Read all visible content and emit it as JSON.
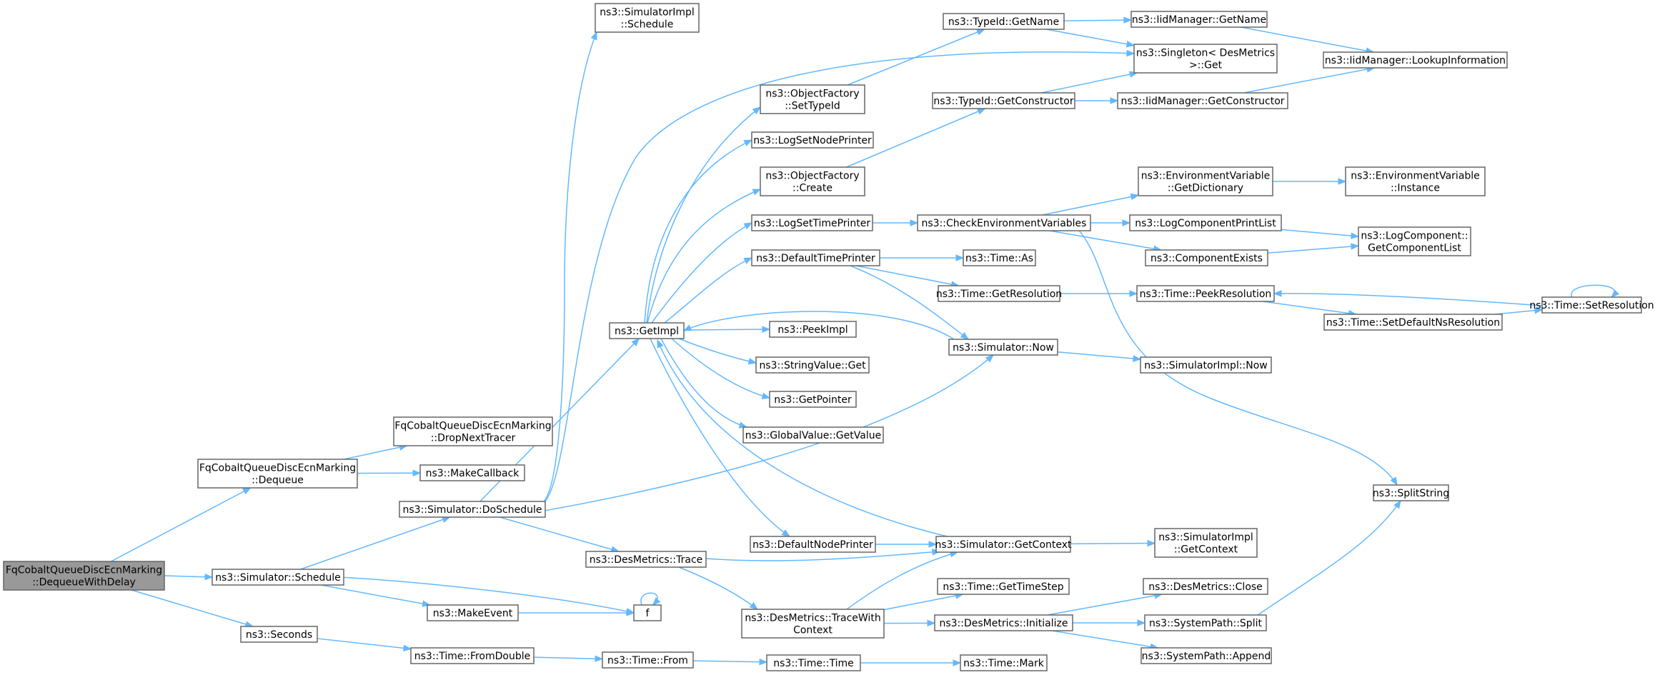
{
  "nodes": [
    {
      "id": "n0",
      "lines": [
        "FqCobaltQueueDiscEcnMarking",
        "::DequeueWithDelay"
      ],
      "root": true
    },
    {
      "id": "n1",
      "lines": [
        "FqCobaltQueueDiscEcnMarking",
        "::Dequeue"
      ]
    },
    {
      "id": "n2",
      "lines": [
        "FqCobaltQueueDiscEcnMarking",
        "::DropNextTracer"
      ]
    },
    {
      "id": "n3",
      "lines": [
        "ns3::MakeCallback"
      ]
    },
    {
      "id": "n4",
      "lines": [
        "ns3::Simulator::Schedule"
      ]
    },
    {
      "id": "n5",
      "lines": [
        "ns3::Simulator::DoSchedule"
      ]
    },
    {
      "id": "n6",
      "lines": [
        "ns3::Seconds"
      ]
    },
    {
      "id": "n7",
      "lines": [
        "ns3::SimulatorImpl",
        "::Schedule"
      ]
    },
    {
      "id": "n8",
      "lines": [
        "ns3::GetImpl"
      ]
    },
    {
      "id": "n9",
      "lines": [
        "ns3::DesMetrics::Trace"
      ]
    },
    {
      "id": "n10",
      "lines": [
        "ns3::MakeEvent"
      ]
    },
    {
      "id": "n11",
      "lines": [
        "f"
      ]
    },
    {
      "id": "n12",
      "lines": [
        "ns3::Time::FromDouble"
      ]
    },
    {
      "id": "n13",
      "lines": [
        "ns3::Time::From"
      ]
    },
    {
      "id": "n14",
      "lines": [
        "ns3::ObjectFactory",
        "::SetTypeId"
      ]
    },
    {
      "id": "n15",
      "lines": [
        "ns3::LogSetNodePrinter"
      ]
    },
    {
      "id": "n16",
      "lines": [
        "ns3::ObjectFactory",
        "::Create"
      ]
    },
    {
      "id": "n17",
      "lines": [
        "ns3::LogSetTimePrinter"
      ]
    },
    {
      "id": "n18",
      "lines": [
        "ns3::DefaultTimePrinter"
      ]
    },
    {
      "id": "n19",
      "lines": [
        "ns3::PeekImpl"
      ]
    },
    {
      "id": "n20",
      "lines": [
        "ns3::StringValue::Get"
      ]
    },
    {
      "id": "n21",
      "lines": [
        "ns3::GetPointer"
      ]
    },
    {
      "id": "n22",
      "lines": [
        "ns3::GlobalValue::GetValue"
      ]
    },
    {
      "id": "n23",
      "lines": [
        "ns3::DefaultNodePrinter"
      ]
    },
    {
      "id": "n24",
      "lines": [
        "ns3::DesMetrics::TraceWith",
        "Context"
      ]
    },
    {
      "id": "n25",
      "lines": [
        "ns3::Time::Time"
      ]
    },
    {
      "id": "n26",
      "lines": [
        "ns3::TypeId::GetName"
      ]
    },
    {
      "id": "n27",
      "lines": [
        "ns3::TypeId::GetConstructor"
      ]
    },
    {
      "id": "n28",
      "lines": [
        "ns3::CheckEnvironmentVariables"
      ]
    },
    {
      "id": "n29",
      "lines": [
        "ns3::Time::As"
      ]
    },
    {
      "id": "n30",
      "lines": [
        "ns3::Time::GetResolution"
      ]
    },
    {
      "id": "n31",
      "lines": [
        "ns3::Simulator::Now"
      ]
    },
    {
      "id": "n32",
      "lines": [
        "ns3::Simulator::GetContext"
      ]
    },
    {
      "id": "n33",
      "lines": [
        "ns3::Time::GetTimeStep"
      ]
    },
    {
      "id": "n34",
      "lines": [
        "ns3::DesMetrics::Initialize"
      ]
    },
    {
      "id": "n35",
      "lines": [
        "ns3::Time::Mark"
      ]
    },
    {
      "id": "n36",
      "lines": [
        "ns3::IidManager::GetName"
      ]
    },
    {
      "id": "n37",
      "lines": [
        "ns3::Singleton< DesMetrics",
        ">::Get"
      ]
    },
    {
      "id": "n38",
      "lines": [
        "ns3::IidManager::GetConstructor"
      ]
    },
    {
      "id": "n39",
      "lines": [
        "ns3::EnvironmentVariable",
        "::GetDictionary"
      ]
    },
    {
      "id": "n40",
      "lines": [
        "ns3::LogComponentPrintList"
      ]
    },
    {
      "id": "n41",
      "lines": [
        "ns3::ComponentExists"
      ]
    },
    {
      "id": "n42",
      "lines": [
        "ns3::Time::PeekResolution"
      ]
    },
    {
      "id": "n43",
      "lines": [
        "ns3::SimulatorImpl::Now"
      ]
    },
    {
      "id": "n44",
      "lines": [
        "ns3::SimulatorImpl",
        "::GetContext"
      ]
    },
    {
      "id": "n45",
      "lines": [
        "ns3::DesMetrics::Close"
      ]
    },
    {
      "id": "n46",
      "lines": [
        "ns3::SystemPath::Split"
      ]
    },
    {
      "id": "n47",
      "lines": [
        "ns3::SystemPath::Append"
      ]
    },
    {
      "id": "n48",
      "lines": [
        "ns3::IidManager::LookupInformation"
      ]
    },
    {
      "id": "n49",
      "lines": [
        "ns3::EnvironmentVariable",
        "::Instance"
      ]
    },
    {
      "id": "n50",
      "lines": [
        "ns3::LogComponent::",
        "GetComponentList"
      ]
    },
    {
      "id": "n51",
      "lines": [
        "ns3::Time::SetDefaultNsResolution"
      ]
    },
    {
      "id": "n52",
      "lines": [
        "ns3::Time::SetResolution"
      ]
    },
    {
      "id": "n53",
      "lines": [
        "ns3::SplitString"
      ]
    }
  ],
  "edges": [
    [
      "n0",
      "n1"
    ],
    [
      "n0",
      "n4"
    ],
    [
      "n0",
      "n6"
    ],
    [
      "n1",
      "n2"
    ],
    [
      "n1",
      "n3"
    ],
    [
      "n4",
      "n5"
    ],
    [
      "n4",
      "n10"
    ],
    [
      "n4",
      "n11"
    ],
    [
      "n5",
      "n7"
    ],
    [
      "n5",
      "n8"
    ],
    [
      "n5",
      "n9"
    ],
    [
      "n5",
      "n31"
    ],
    [
      "n5",
      "n37"
    ],
    [
      "n6",
      "n12"
    ],
    [
      "n12",
      "n13"
    ],
    [
      "n13",
      "n25"
    ],
    [
      "n25",
      "n35"
    ],
    [
      "n10",
      "n11"
    ],
    [
      "n11",
      "n11"
    ],
    [
      "n8",
      "n14"
    ],
    [
      "n8",
      "n15"
    ],
    [
      "n8",
      "n16"
    ],
    [
      "n8",
      "n17"
    ],
    [
      "n8",
      "n18"
    ],
    [
      "n8",
      "n19"
    ],
    [
      "n8",
      "n20"
    ],
    [
      "n8",
      "n21"
    ],
    [
      "n8",
      "n22"
    ],
    [
      "n8",
      "n23"
    ],
    [
      "n9",
      "n24"
    ],
    [
      "n9",
      "n32"
    ],
    [
      "n24",
      "n32"
    ],
    [
      "n24",
      "n33"
    ],
    [
      "n24",
      "n34"
    ],
    [
      "n14",
      "n26"
    ],
    [
      "n16",
      "n27"
    ],
    [
      "n17",
      "n28"
    ],
    [
      "n18",
      "n29"
    ],
    [
      "n18",
      "n30"
    ],
    [
      "n18",
      "n31"
    ],
    [
      "n23",
      "n32"
    ],
    [
      "n32",
      "n8"
    ],
    [
      "n32",
      "n44"
    ],
    [
      "n31",
      "n8"
    ],
    [
      "n31",
      "n43"
    ],
    [
      "n26",
      "n36"
    ],
    [
      "n26",
      "n37"
    ],
    [
      "n27",
      "n37"
    ],
    [
      "n27",
      "n38"
    ],
    [
      "n28",
      "n39"
    ],
    [
      "n28",
      "n40"
    ],
    [
      "n28",
      "n41"
    ],
    [
      "n28",
      "n53"
    ],
    [
      "n30",
      "n42"
    ],
    [
      "n34",
      "n45"
    ],
    [
      "n34",
      "n46"
    ],
    [
      "n34",
      "n47"
    ],
    [
      "n36",
      "n48"
    ],
    [
      "n38",
      "n48"
    ],
    [
      "n39",
      "n49"
    ],
    [
      "n40",
      "n50"
    ],
    [
      "n41",
      "n50"
    ],
    [
      "n42",
      "n51"
    ],
    [
      "n51",
      "n52"
    ],
    [
      "n52",
      "n42"
    ],
    [
      "n52",
      "n52"
    ],
    [
      "n46",
      "n53"
    ]
  ]
}
